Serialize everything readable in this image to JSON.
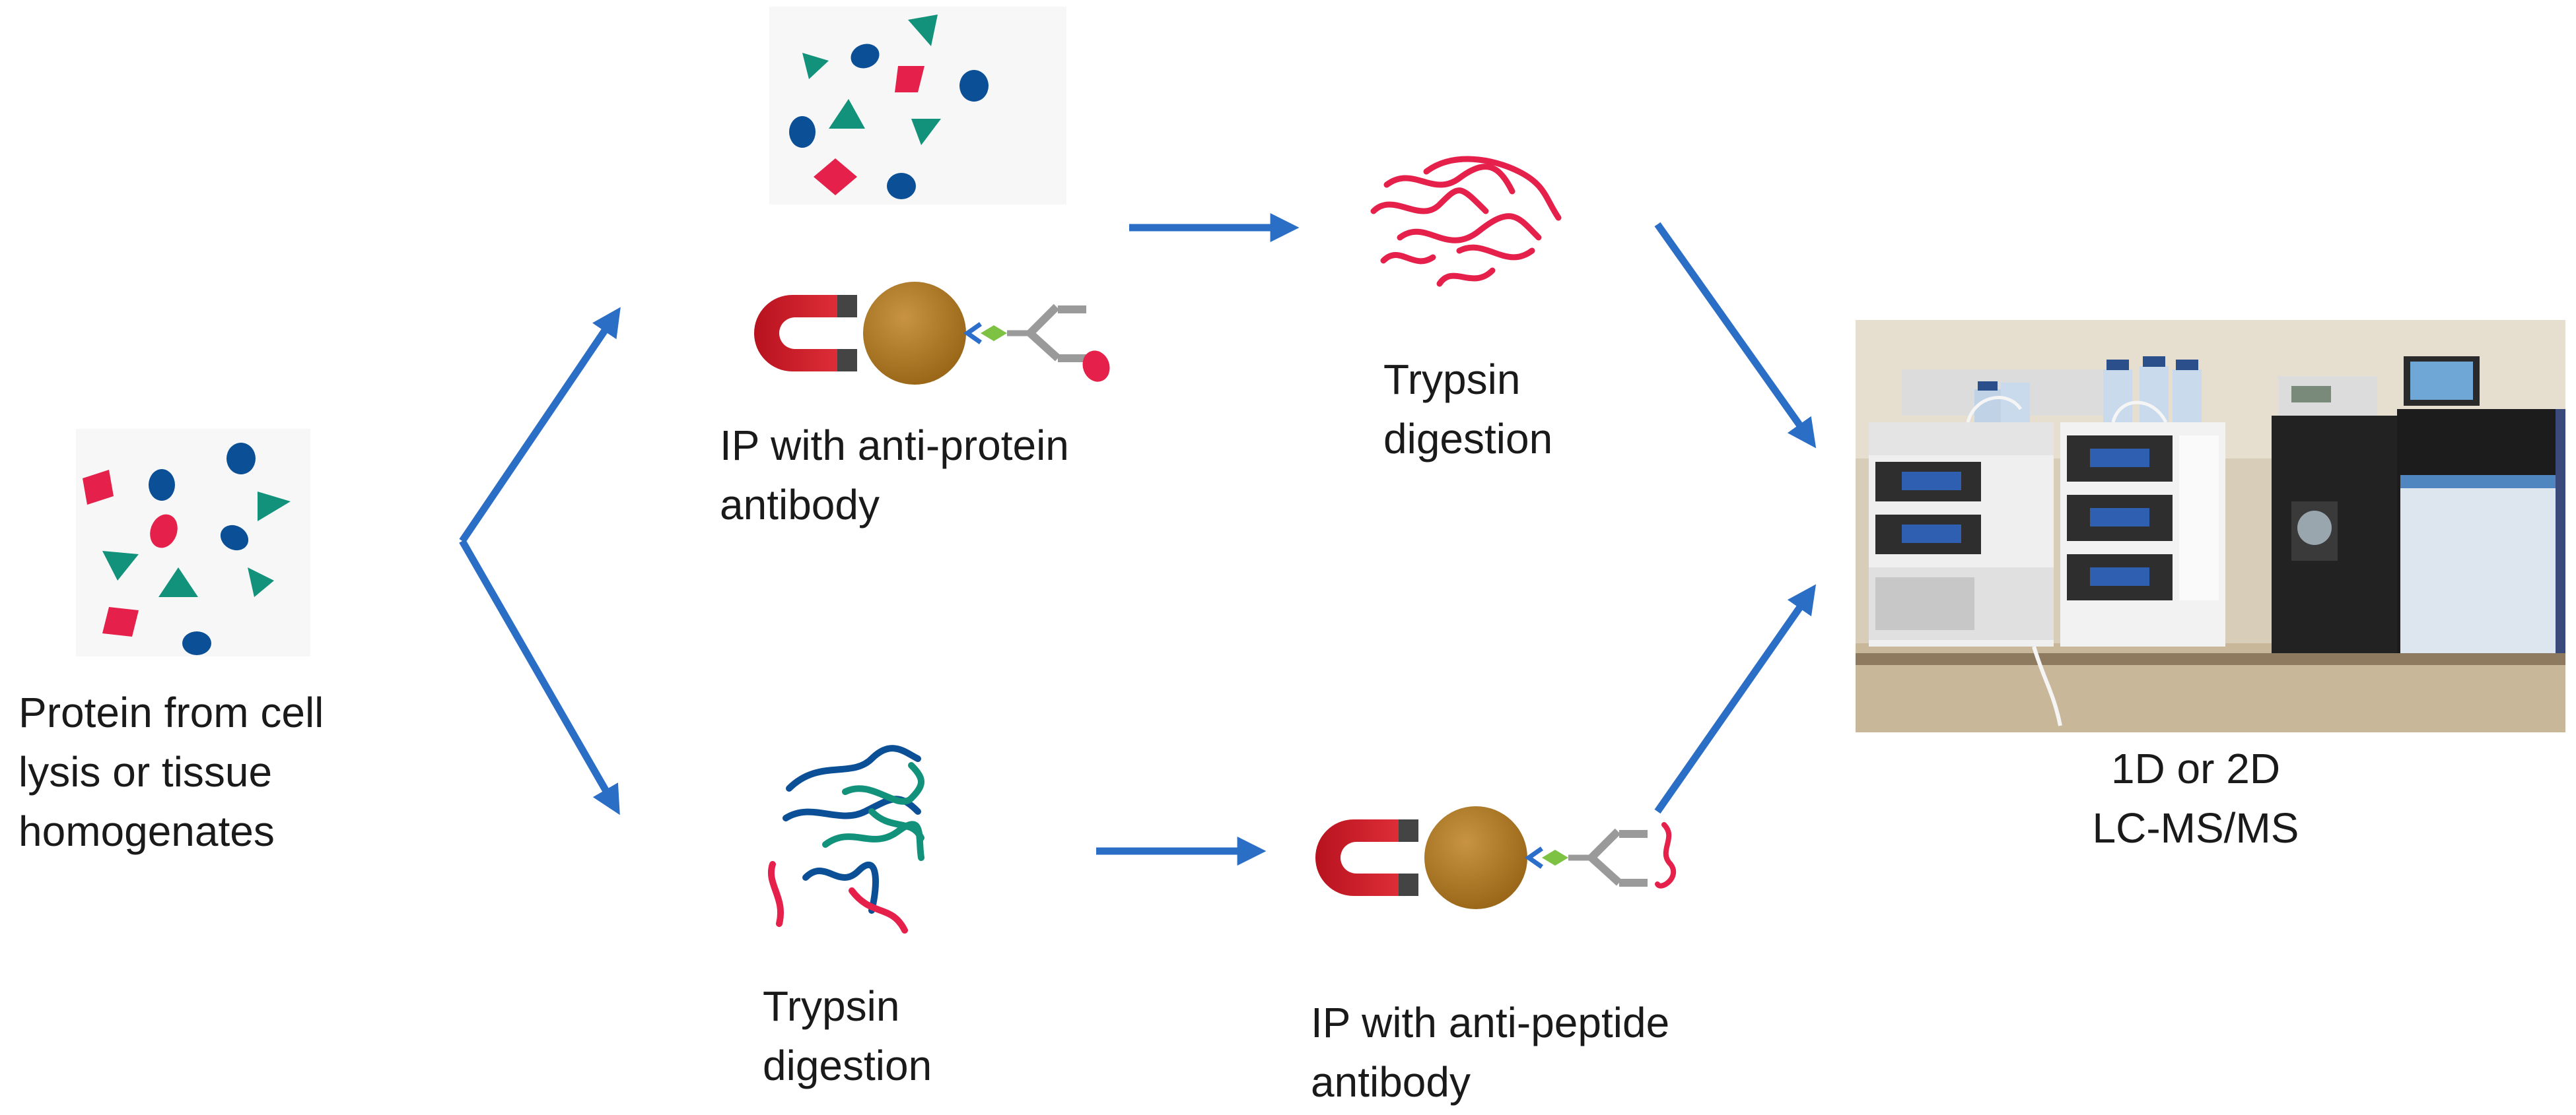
{
  "colors": {
    "arrow": "#2A6EC6",
    "magenta": "#E5204A",
    "teal": "#12927A",
    "navy": "#0B4F96",
    "bead": "#A8741E",
    "magnet_red": "#D8202E",
    "antibody_gray": "#9A9A9A",
    "linker_green": "#7DC242",
    "linker_blue": "#2B6FCB"
  },
  "steps": {
    "start": {
      "line1": "Protein from cell",
      "line2": "lysis or tissue",
      "line3": "homogenates",
      "icon": "protein-mixture-icon"
    },
    "top_ip": {
      "line1": "IP with anti-protein",
      "line2": "antibody",
      "icon": "magnetic-bead-antibody-icon"
    },
    "top_digest": {
      "line1": "Trypsin",
      "line2": "digestion",
      "icon": "peptide-fragments-icon"
    },
    "bottom_digest": {
      "line1": "Trypsin",
      "line2": "digestion",
      "icon": "peptide-fragments-icon"
    },
    "bottom_ip": {
      "line1": "IP with anti-peptide",
      "line2": "antibody",
      "icon": "magnetic-bead-antibody-icon"
    },
    "end": {
      "line1": "1D or 2D",
      "line2": "LC-MS/MS",
      "icon": "lc-ms-instrument-photo"
    }
  }
}
